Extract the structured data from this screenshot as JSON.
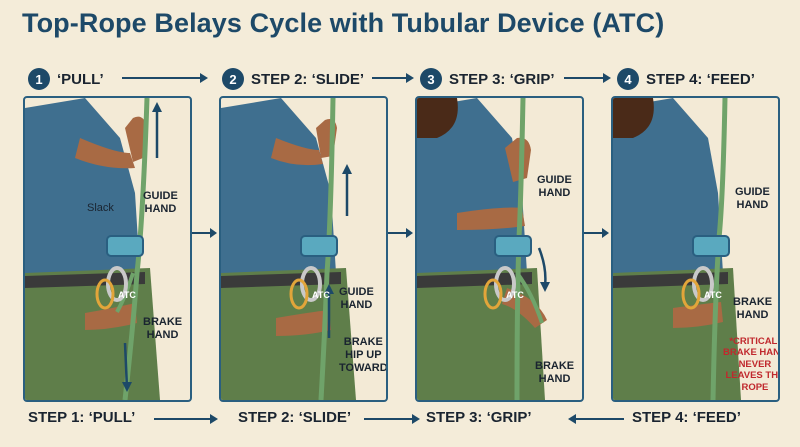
{
  "title": "Top-Rope Belays Cycle with Tubular Device (ATC)",
  "steps": [
    {
      "number": "1",
      "label": "‘PULL’"
    },
    {
      "number": "2",
      "label": "STEP 2: ‘SLIDE’"
    },
    {
      "number": "3",
      "label": "STEP 3: ‘GRIP’"
    },
    {
      "number": "4",
      "label": "STEP 4: ‘FEED’"
    }
  ],
  "panels": [
    {
      "labels": {
        "slack": "Slack",
        "guide": "GUIDE\nHAND",
        "brake": "BRAKE\nHAND"
      }
    },
    {
      "labels": {
        "guide": "GUIDE\nHAND",
        "brake": "BRAKE\nHIP UP\nTOWARD"
      }
    },
    {
      "labels": {
        "guide": "GUIDE\nHAND",
        "brake": "BRAKE\nHAND"
      }
    },
    {
      "labels": {
        "guide": "GUIDE\nHAND",
        "brake": "BRAKE\nHAND",
        "critical": "*CRITICAL:\nBRAKE HAND\nNEVER\nLEAVES THE\nROPE"
      }
    }
  ],
  "device_label": "ATC",
  "bottom": [
    "STEP 1: ‘PULL’",
    "STEP 2: ‘SLIDE’",
    "STEP 3: ‘GRIP’",
    "STEP 4: ‘FEED’"
  ],
  "colors": {
    "title": "#1d4968",
    "shirt": "#3f6f8f",
    "pants": "#5f7e4a",
    "skin": "#a86a44",
    "rope": "#6fa36a",
    "device": "#5aa9bf",
    "critical": "#c0282d"
  }
}
